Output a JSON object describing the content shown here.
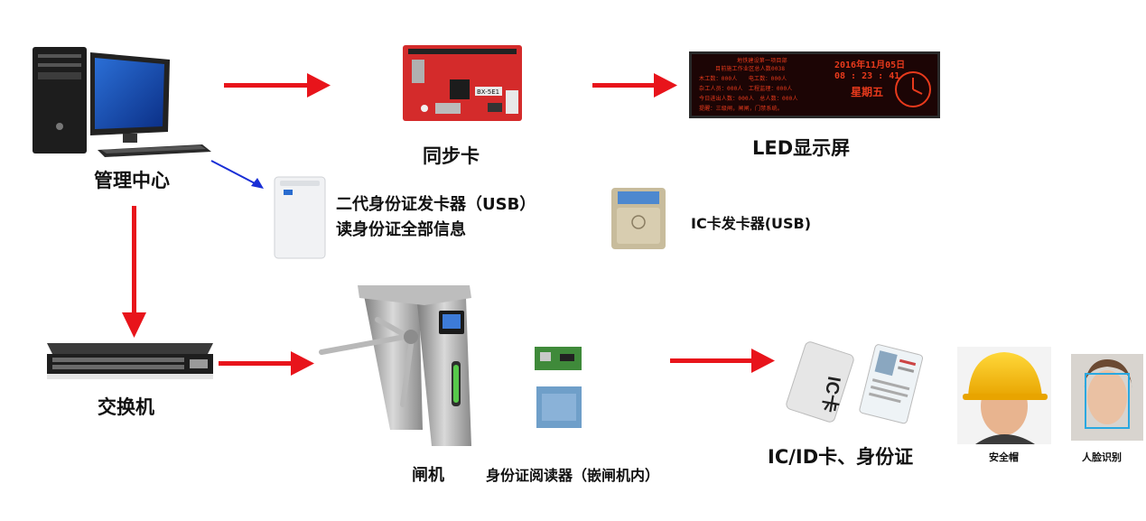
{
  "nodes": {
    "management_center": "管理中心",
    "sync_card": "同步卡",
    "led_screen": "LED显示屏",
    "id_card_issuer_line1": "二代身份证发卡器（USB）",
    "id_card_issuer_line2": "读身份证全部信息",
    "ic_card_issuer": "IC卡发卡器(USB)",
    "switch": "交换机",
    "gate": "闸机",
    "id_reader": "身份证阅读器（嵌闸机内）",
    "cards": "IC/ID卡、身份证",
    "helmet": "安全帽",
    "face_recognition": "人脸识别"
  },
  "device_text": {
    "sync_card_model": "BX-5E1",
    "ic_card_front": "IC卡"
  },
  "led_display": {
    "header1": "地铁建设第一项目部",
    "header2": "目前施工作业区总人数0038",
    "row1": "木工数：000人　　电工数：000人",
    "row2": "杂工人员：000人　工程监理：000人",
    "row3": "今日进出人数：000人　总人数：000人",
    "row4": "提醒：三级闸，闸闸，门禁系统。",
    "date": "2016年11月05日",
    "time": "08 : 23 : 41",
    "weekday": "星期五"
  },
  "colors": {
    "arrow_red": "#e8141b",
    "arrow_blue": "#1a2fd6",
    "led_text": "#e83a1c",
    "sync_board": "#d42b2b",
    "gate_metal": "#9a9a9a"
  }
}
